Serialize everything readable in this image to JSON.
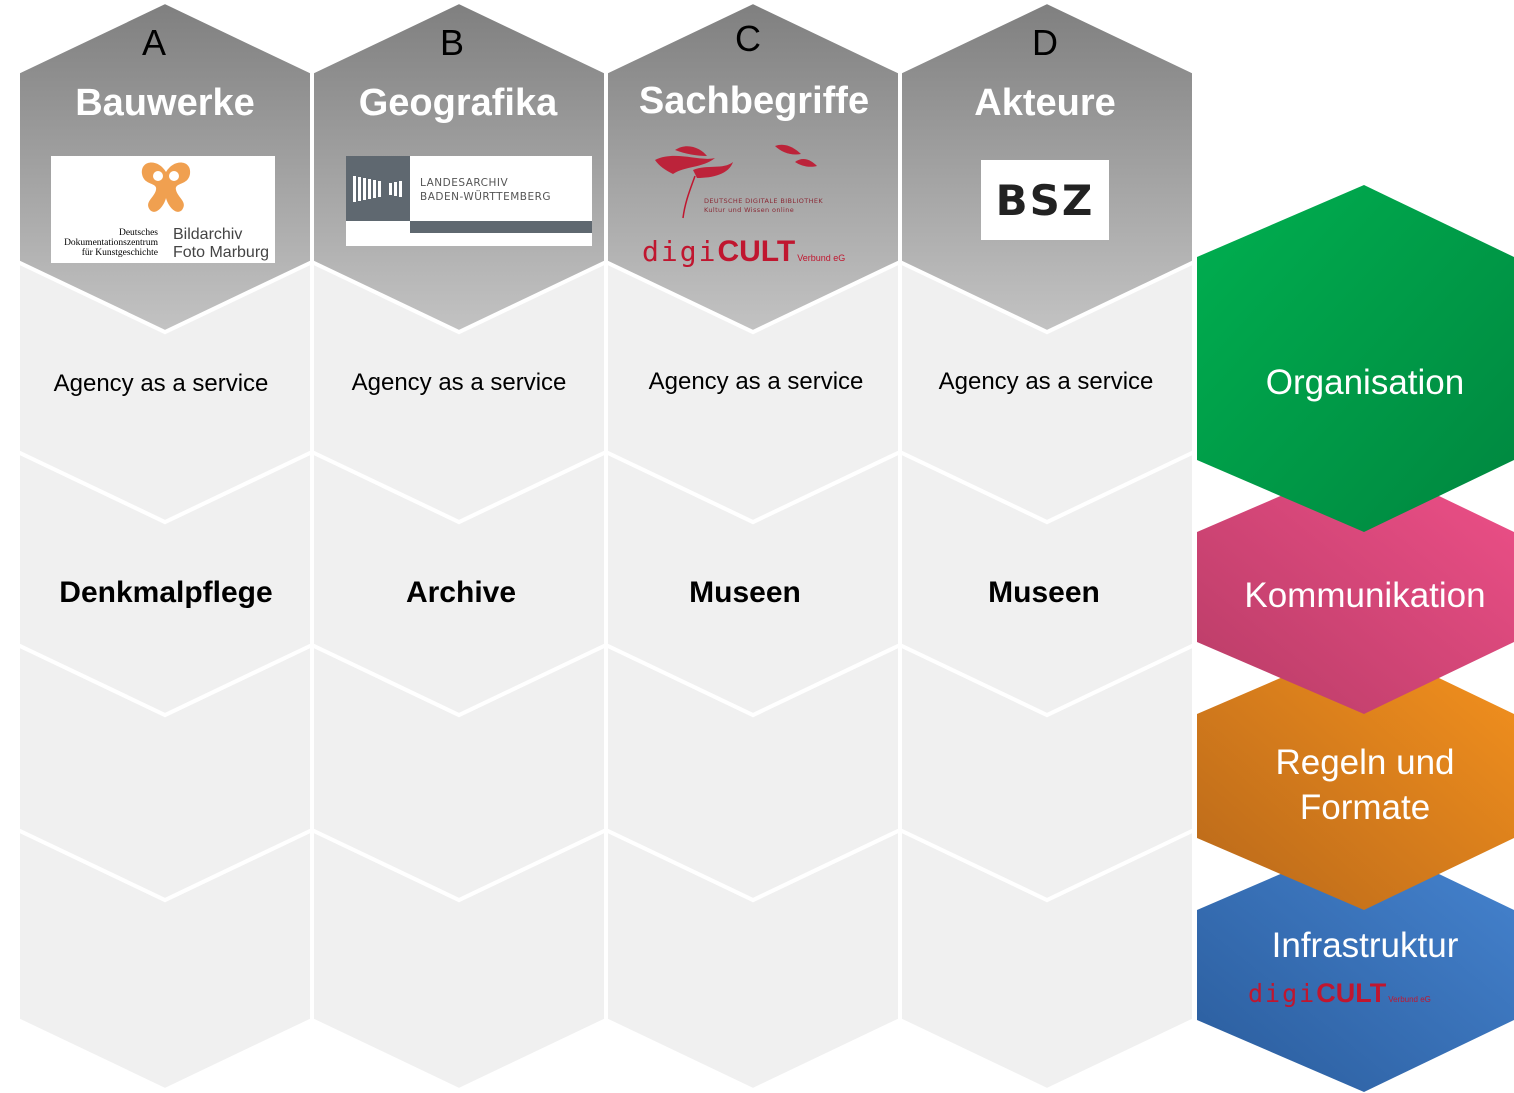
{
  "columns": [
    {
      "letter": "A",
      "title": "Bauwerke",
      "agency": "Agency as a service",
      "institution": "Denkmalpflege",
      "logo": {
        "line1": "Deutsches",
        "line2": "Dokumentationszentrum",
        "line3": "für Kunstgeschichte",
        "name1": "Bildarchiv",
        "name2": "Foto Marburg"
      }
    },
    {
      "letter": "B",
      "title": "Geografika",
      "agency": "Agency as a service",
      "institution": "Archive",
      "logo": {
        "line1": "LANDESARCHIV",
        "line2": "BADEN-WÜRTTEMBERG"
      }
    },
    {
      "letter": "C",
      "title": "Sachbegriffe",
      "agency": "Agency as a service",
      "institution": "Museen",
      "logo": {
        "line1": "DEUTSCHE DIGITALE BIBLIOTHEK",
        "line2": "Kultur und Wissen online",
        "brand_a": "digi",
        "brand_b": "CULT",
        "brand_c": "Verbund eG"
      }
    },
    {
      "letter": "D",
      "title": "Akteure",
      "agency": "Agency as a service",
      "institution": "Museen",
      "logo": {
        "text": "BSZ"
      }
    }
  ],
  "layers": [
    {
      "label": "Organisation",
      "color_top": "#00b050",
      "color_bottom": "#00863f"
    },
    {
      "label": "Kommunikation",
      "color_top": "#ef5089",
      "color_bottom": "#b83c66"
    },
    {
      "label_line1": "Regeln und",
      "label_line2": "Formate",
      "color_top": "#f5921e",
      "color_bottom": "#b8681a"
    },
    {
      "label": "Infrastruktur",
      "color_top": "#4684d0",
      "color_bottom": "#2a5c9c",
      "logo": {
        "brand_a": "digi",
        "brand_b": "CULT",
        "brand_c": "Verbund eG"
      }
    }
  ],
  "colors": {
    "header_top": "#7f7f7f",
    "header_bottom": "#c3c3c3",
    "cell_fill": "#f0f0f0",
    "cell_stroke": "#ffffff",
    "brand_red": "#c0162f"
  }
}
